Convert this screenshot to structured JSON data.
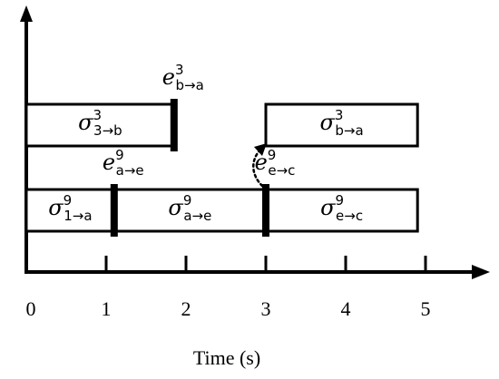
{
  "axis": {
    "x_title": "Time (s)",
    "ticks": [
      "0",
      "1",
      "2",
      "3",
      "4",
      "5"
    ]
  },
  "tasks": [
    {
      "id": "sigma-3-b",
      "start": 0.0,
      "end": 1.85,
      "row": 2,
      "symbol": "σ",
      "sup": "3",
      "sub": "3→b"
    },
    {
      "id": "sigma-1-a",
      "start": 0.0,
      "end": 1.1,
      "row": 1,
      "symbol": "σ",
      "sup": "9",
      "sub": "1→a"
    },
    {
      "id": "sigma-a-e",
      "start": 1.1,
      "end": 3.0,
      "row": 1,
      "symbol": "σ",
      "sup": "9",
      "sub": "a→e"
    },
    {
      "id": "sigma-e-c",
      "start": 3.0,
      "end": 4.9,
      "row": 1,
      "symbol": "σ",
      "sup": "9",
      "sub": "e→c"
    },
    {
      "id": "sigma-b-a",
      "start": 3.0,
      "end": 4.9,
      "row": 2,
      "symbol": "σ",
      "sup": "3",
      "sub": "b→a"
    }
  ],
  "events": [
    {
      "id": "e-b-a",
      "t": 1.85,
      "row": 2,
      "symbol": "e",
      "sup": "3",
      "sub": "b→a"
    },
    {
      "id": "e-a-e",
      "t": 1.1,
      "row": 1,
      "symbol": "e",
      "sup": "9",
      "sub": "a→e"
    },
    {
      "id": "e-e-c",
      "t": 3.0,
      "row": 1,
      "symbol": "e",
      "sup": "9",
      "sub": "e→c"
    }
  ],
  "colors": {
    "stroke": "#000000",
    "fill": "#ffffff"
  }
}
